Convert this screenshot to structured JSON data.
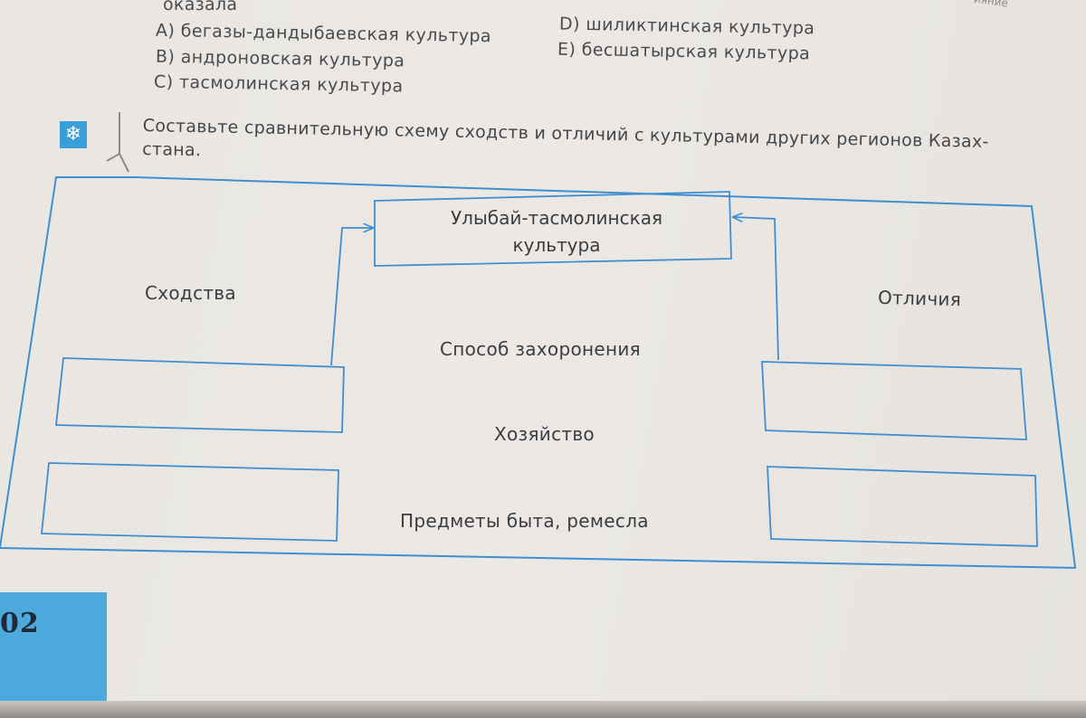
{
  "question": {
    "lead_text": "оказала",
    "options": [
      {
        "letter": "A)",
        "text": "бегазы-дандыбаевская культура"
      },
      {
        "letter": "B)",
        "text": "андроновская культура"
      },
      {
        "letter": "C)",
        "text": "тасмолинская культура"
      },
      {
        "letter": "D)",
        "text": "шиликтинская культура"
      },
      {
        "letter": "E)",
        "text": "бесшатырская культура"
      }
    ],
    "corner_word": "ияние"
  },
  "task": {
    "icon": "snowflake-icon",
    "text": "Составьте сравнительную схему сходств и отличий с культурами других регионов Казах-стана."
  },
  "diagram": {
    "center_title_line1": "Улыбай-тасмолинская",
    "center_title_line2": "культура",
    "left_label": "Сходства",
    "right_label": "Отличия",
    "criteria": [
      "Способ захоронения",
      "Хозяйство",
      "Предметы быта, ремесла"
    ]
  },
  "footer": {
    "page_number": "02"
  },
  "colors": {
    "accent": "#3a9fd8",
    "frame_line": "#3f8fd0",
    "text": "#3c3c42"
  }
}
